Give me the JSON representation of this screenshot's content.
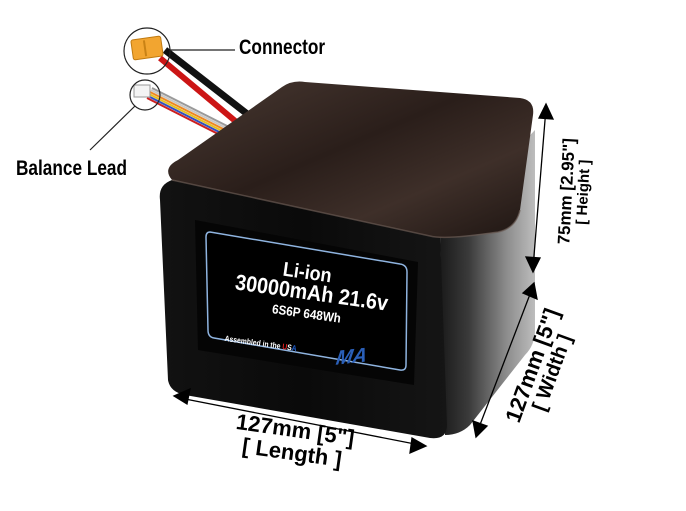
{
  "callouts": {
    "connector": "Connector",
    "balance_lead": "Balance Lead"
  },
  "label": {
    "chemistry": "Li-ion",
    "capacity_voltage": "30000mAh 21.6v",
    "config_energy": "6S6P 648Wh",
    "assembled_prefix": "Assembled in the ",
    "usa_u": "U",
    "usa_s": "S",
    "usa_a": "A",
    "logo": "MA"
  },
  "dimensions": {
    "height": {
      "value": "75mm [2.95\"]",
      "name": "[ Height ]"
    },
    "width": {
      "value": "127mm [5\"]",
      "name": "[ Width ]"
    },
    "length": {
      "value": "127mm [5\"]",
      "name": "[ Length ]"
    }
  },
  "colors": {
    "battery_body": "#0b0b0b",
    "battery_top": "#3a2c26",
    "label_border": "#8fb4e0",
    "connector": "#f0a030",
    "wire_red": "#d01010",
    "usa_red": "#e02020",
    "usa_blue": "#2060d0",
    "logo_blue": "#2a5fb8"
  }
}
